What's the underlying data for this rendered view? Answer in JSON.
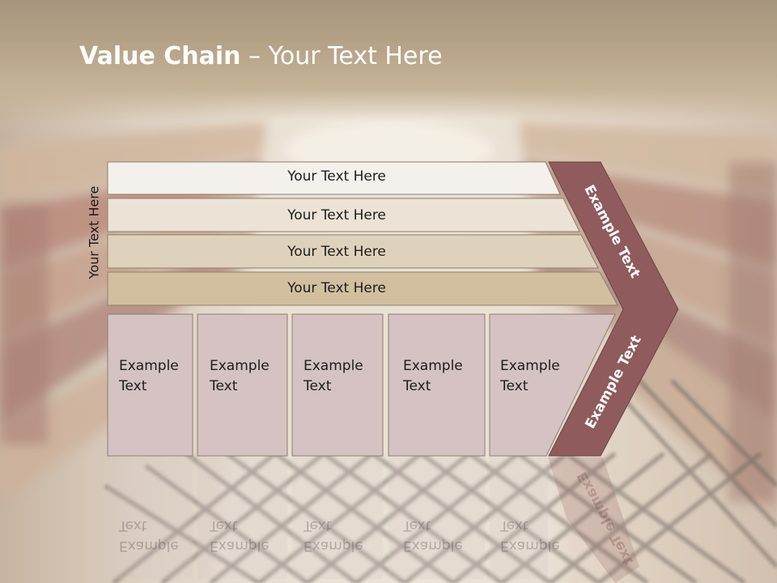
{
  "slide": {
    "title_bold": "Value Chain",
    "title_rest": " – Your Text Here",
    "side_label": "Your Text Here"
  },
  "rows": [
    {
      "label": "Your Text Here",
      "color": "#f4f1ec"
    },
    {
      "label": "Your Text Here",
      "color": "#ece3d6"
    },
    {
      "label": "Your Text Here",
      "color": "#dfd2bd"
    },
    {
      "label": "Your Text Here",
      "color": "#d2bf9f"
    }
  ],
  "columns": [
    {
      "line1": "Example",
      "line2": "Text"
    },
    {
      "line1": "Example",
      "line2": "Text"
    },
    {
      "line1": "Example",
      "line2": "Text"
    },
    {
      "line1": "Example",
      "line2": "Text"
    },
    {
      "line1": "Example",
      "line2": "Text"
    }
  ],
  "chevron": {
    "upper_label": "Example Text",
    "lower_label": "Example Text",
    "color": "#8f5b5d",
    "column_color": "#d5c2c2"
  }
}
